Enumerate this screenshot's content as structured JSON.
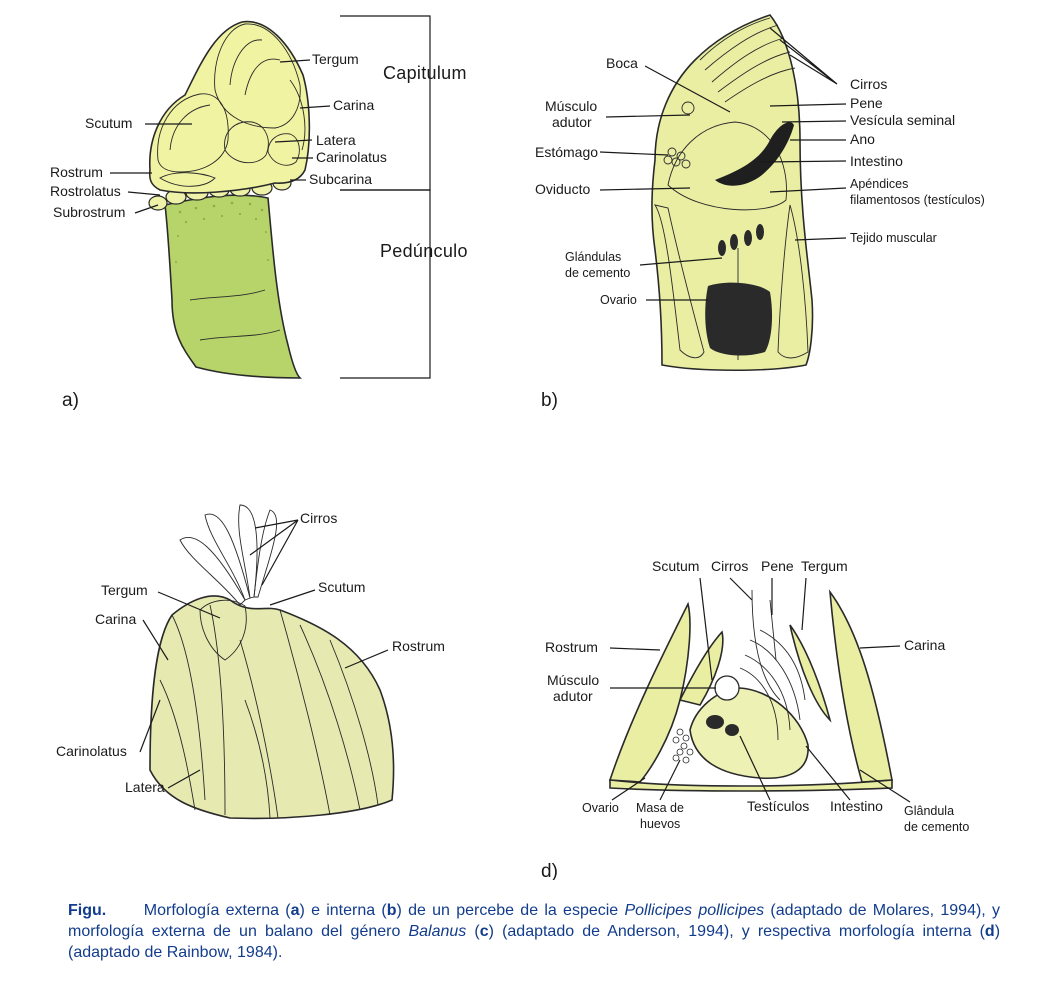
{
  "panel_a": {
    "letter": "a)",
    "labels": {
      "tergum": "Tergum",
      "capitulum": "Capitulum",
      "carina": "Carina",
      "scutum": "Scutum",
      "latera": "Latera",
      "carinolatus": "Carinolatus",
      "rostrum": "Rostrum",
      "subcarina": "Subcarina",
      "rostrolatus": "Rostrolatus",
      "subrostrum": "Subrostrum",
      "peduncle": "Pedúnculo"
    },
    "colors": {
      "capitulum": "#f0f3a2",
      "peduncle": "#b6d46a"
    }
  },
  "panel_b": {
    "letter": "b)",
    "labels": {
      "boca": "Boca",
      "cirros": "Cirros",
      "pene": "Pene",
      "musculo_1": "Músculo",
      "musculo_2": "adutor",
      "vesicula": "Vesícula seminal",
      "ano": "Ano",
      "estomago": "Estómago",
      "intestino": "Intestino",
      "oviducto": "Oviducto",
      "apendices_1": "Apéndices",
      "apendices_2": "filamentosos (testículos)",
      "tejido": "Tejido muscular",
      "glandulas_1": "Glándulas",
      "glandulas_2": "de cemento",
      "ovario": "Ovario"
    },
    "colors": {
      "body": "#e9eea3"
    }
  },
  "panel_c": {
    "labels": {
      "cirros": "Cirros",
      "tergum": "Tergum",
      "scutum": "Scutum",
      "carina": "Carina",
      "rostrum": "Rostrum",
      "carinolatus": "Carinolatus",
      "latera": "Latera"
    },
    "colors": {
      "shell": "#e6eab0"
    }
  },
  "panel_d": {
    "letter": "d)",
    "labels": {
      "scutum": "Scutum",
      "cirros": "Cirros",
      "pene": "Pene",
      "tergum": "Tergum",
      "rostrum": "Rostrum",
      "carina": "Carina",
      "musculo_1": "Músculo",
      "musculo_2": "adutor",
      "ovario": "Ovario",
      "masa_1": "Masa de",
      "masa_2": "huevos",
      "testiculos": "Testículos",
      "intestino": "Intestino",
      "glandula_1": "Glândula",
      "glandula_2": "de cemento"
    },
    "colors": {
      "body": "#e9eea3"
    }
  },
  "caption": {
    "lead": "Figu.",
    "t1": "Morfología externa (",
    "a": "a",
    "t2": ") e interna (",
    "b": "b",
    "t3": ") de un percebe de la especie ",
    "species": "Pollicipes pollicipes",
    "t4": " (adaptado de Molares, 1994), y morfología externa de un balano del género ",
    "genus": "Balanus",
    "t5": " (",
    "c": "c",
    "t6": ") (adaptado de Anderson, 1994), y respectiva morfología interna (",
    "d": "d",
    "t7": ") (adaptado de Rainbow, 1984)."
  }
}
